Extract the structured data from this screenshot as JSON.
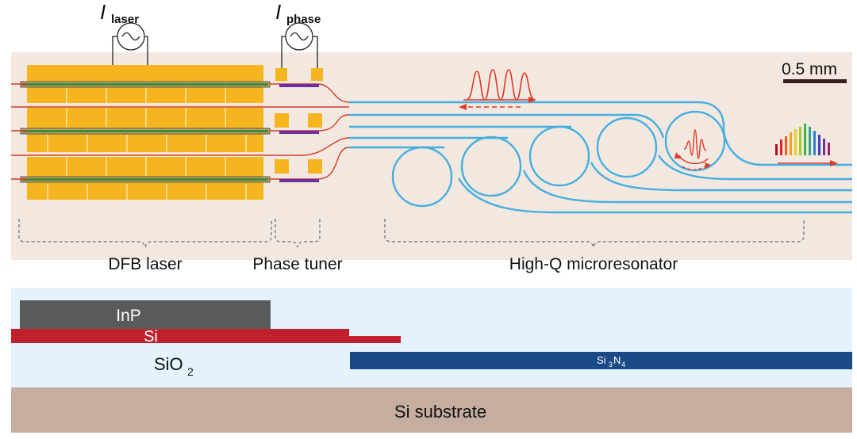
{
  "top_view": {
    "current_laser": {
      "symbol": "I",
      "subscript": "laser"
    },
    "current_phase": {
      "symbol": "I",
      "subscript": "phase"
    },
    "scale_bar": "0.5 mm",
    "section_labels": {
      "laser": "DFB laser",
      "phase": "Phase tuner",
      "resonator": "High-Q microresonator"
    }
  },
  "cross_section": {
    "inp": "InP",
    "si": "Si",
    "sio2": {
      "base": "SiO",
      "sub": "2"
    },
    "sin": {
      "a": "Si",
      "sub1": "3",
      "b": "N",
      "sub2": "4"
    },
    "substrate": "Si substrate"
  },
  "colors": {
    "chip_background": "#f2e8df",
    "laser_pad": "#f5b51e",
    "laser_gain": "#3a8c3a",
    "phase_heater": "#6e2fa0",
    "waveguide_red": "#d23a2a",
    "waveguide_blue": "#45aee0",
    "inp": "#5a5a5a",
    "si": "#c0202c",
    "sio2": "#e3f2fb",
    "sin": "#1a4a85",
    "substrate": "#c6ada0"
  }
}
